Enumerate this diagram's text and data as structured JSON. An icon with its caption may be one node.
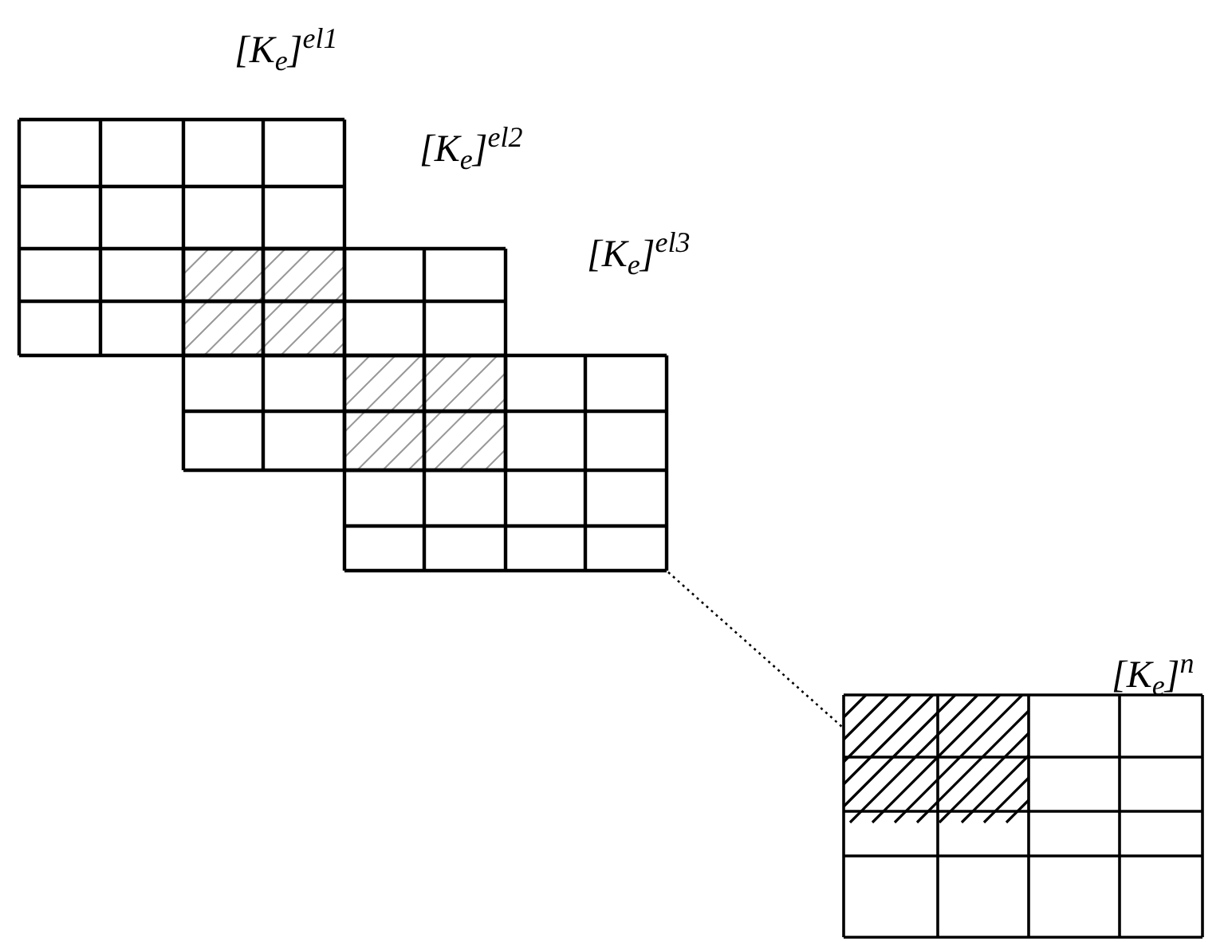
{
  "diagram": {
    "nodes": [
      {
        "text": [
          "[K$_{e}$]$^{el1}$"
        ]
      },
      {
        "text": [
          "[K$_{e}$]$^{el2}$"
        ]
      },
      {
        "text": [
          "[K$_{e}$]$^{el3}$"
        ]
      },
      {
        "text": [
          "[K$_{e}$]$^{n}$"
        ]
      }
    ],
    "edges": [
      {
        "from": 2,
        "to": 3,
        "arrow": "none",
        "style": "dashed"
      }
    ]
  }
}
